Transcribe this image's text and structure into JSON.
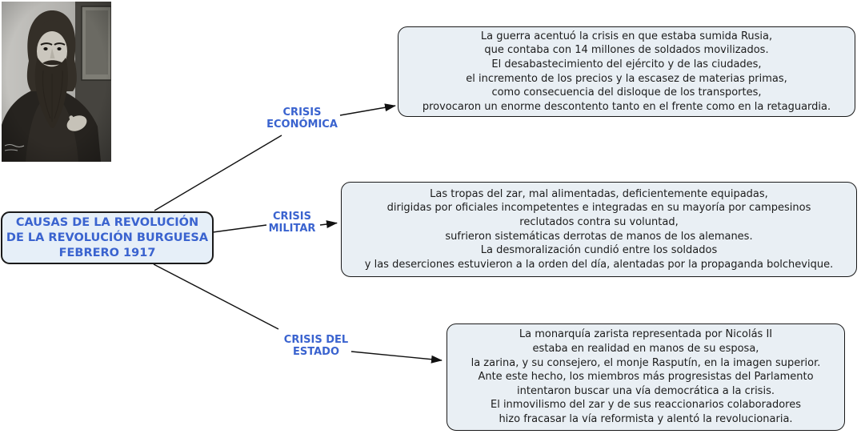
{
  "colors": {
    "accent_blue": "#3a63cf",
    "box_fill": "#e9eff4",
    "node_fill": "#e6eff8",
    "border": "#1a1a1a",
    "text": "#1c1c1c",
    "connector": "#111111"
  },
  "photo": {
    "description": "black-and-white portrait photograph of the monk Rasputin"
  },
  "root_node": {
    "lines": [
      "CAUSAS DE LA REVOLUCIÓN",
      "DE LA REVOLUCIÓN BURGUESA",
      "FEBRERO 1917"
    ]
  },
  "branches": [
    {
      "id": "crisis-economica",
      "label_lines": [
        "CRISIS",
        "ECONÓMICA"
      ],
      "text_lines": [
        "La guerra acentuó la crisis en que estaba sumida Rusia,",
        "que contaba con 14 millones de soldados movilizados.",
        "El desabastecimiento del ejército y de las ciudades,",
        "el incremento de los precios y la escasez de materias primas,",
        "como consecuencia del disloque de los transportes,",
        "provocaron un enorme descontento tanto en el frente como en la retaguardia."
      ]
    },
    {
      "id": "crisis-militar",
      "label_lines": [
        "CRISIS",
        "MILITAR"
      ],
      "text_lines": [
        "Las tropas del zar, mal alimentadas, deficientemente equipadas,",
        "dirigidas por oficiales incompetentes e integradas en su mayoría por campesinos",
        "reclutados contra su voluntad,",
        "sufrieron sistemáticas derrotas de manos de los alemanes.",
        "La desmoralización cundió entre los soldados",
        "y las deserciones estuvieron a la orden del día, alentadas por la propaganda bolchevique."
      ]
    },
    {
      "id": "crisis-del-estado",
      "label_lines": [
        "CRISIS DEL",
        "ESTADO"
      ],
      "text_lines": [
        "La monarquía zarista representada por Nicolás II",
        "estaba en realidad en manos de su esposa,",
        "la zarina, y su consejero, el monje Rasputín, en la imagen superior.",
        "Ante este hecho, los miembros más progresistas del Parlamento",
        "intentaron buscar una vía democrática a la crisis.",
        "El inmovilismo del zar y de sus reaccionarios colaboradores",
        "hizo fracasar la vía reformista y alentó la revolucionaria."
      ]
    }
  ]
}
